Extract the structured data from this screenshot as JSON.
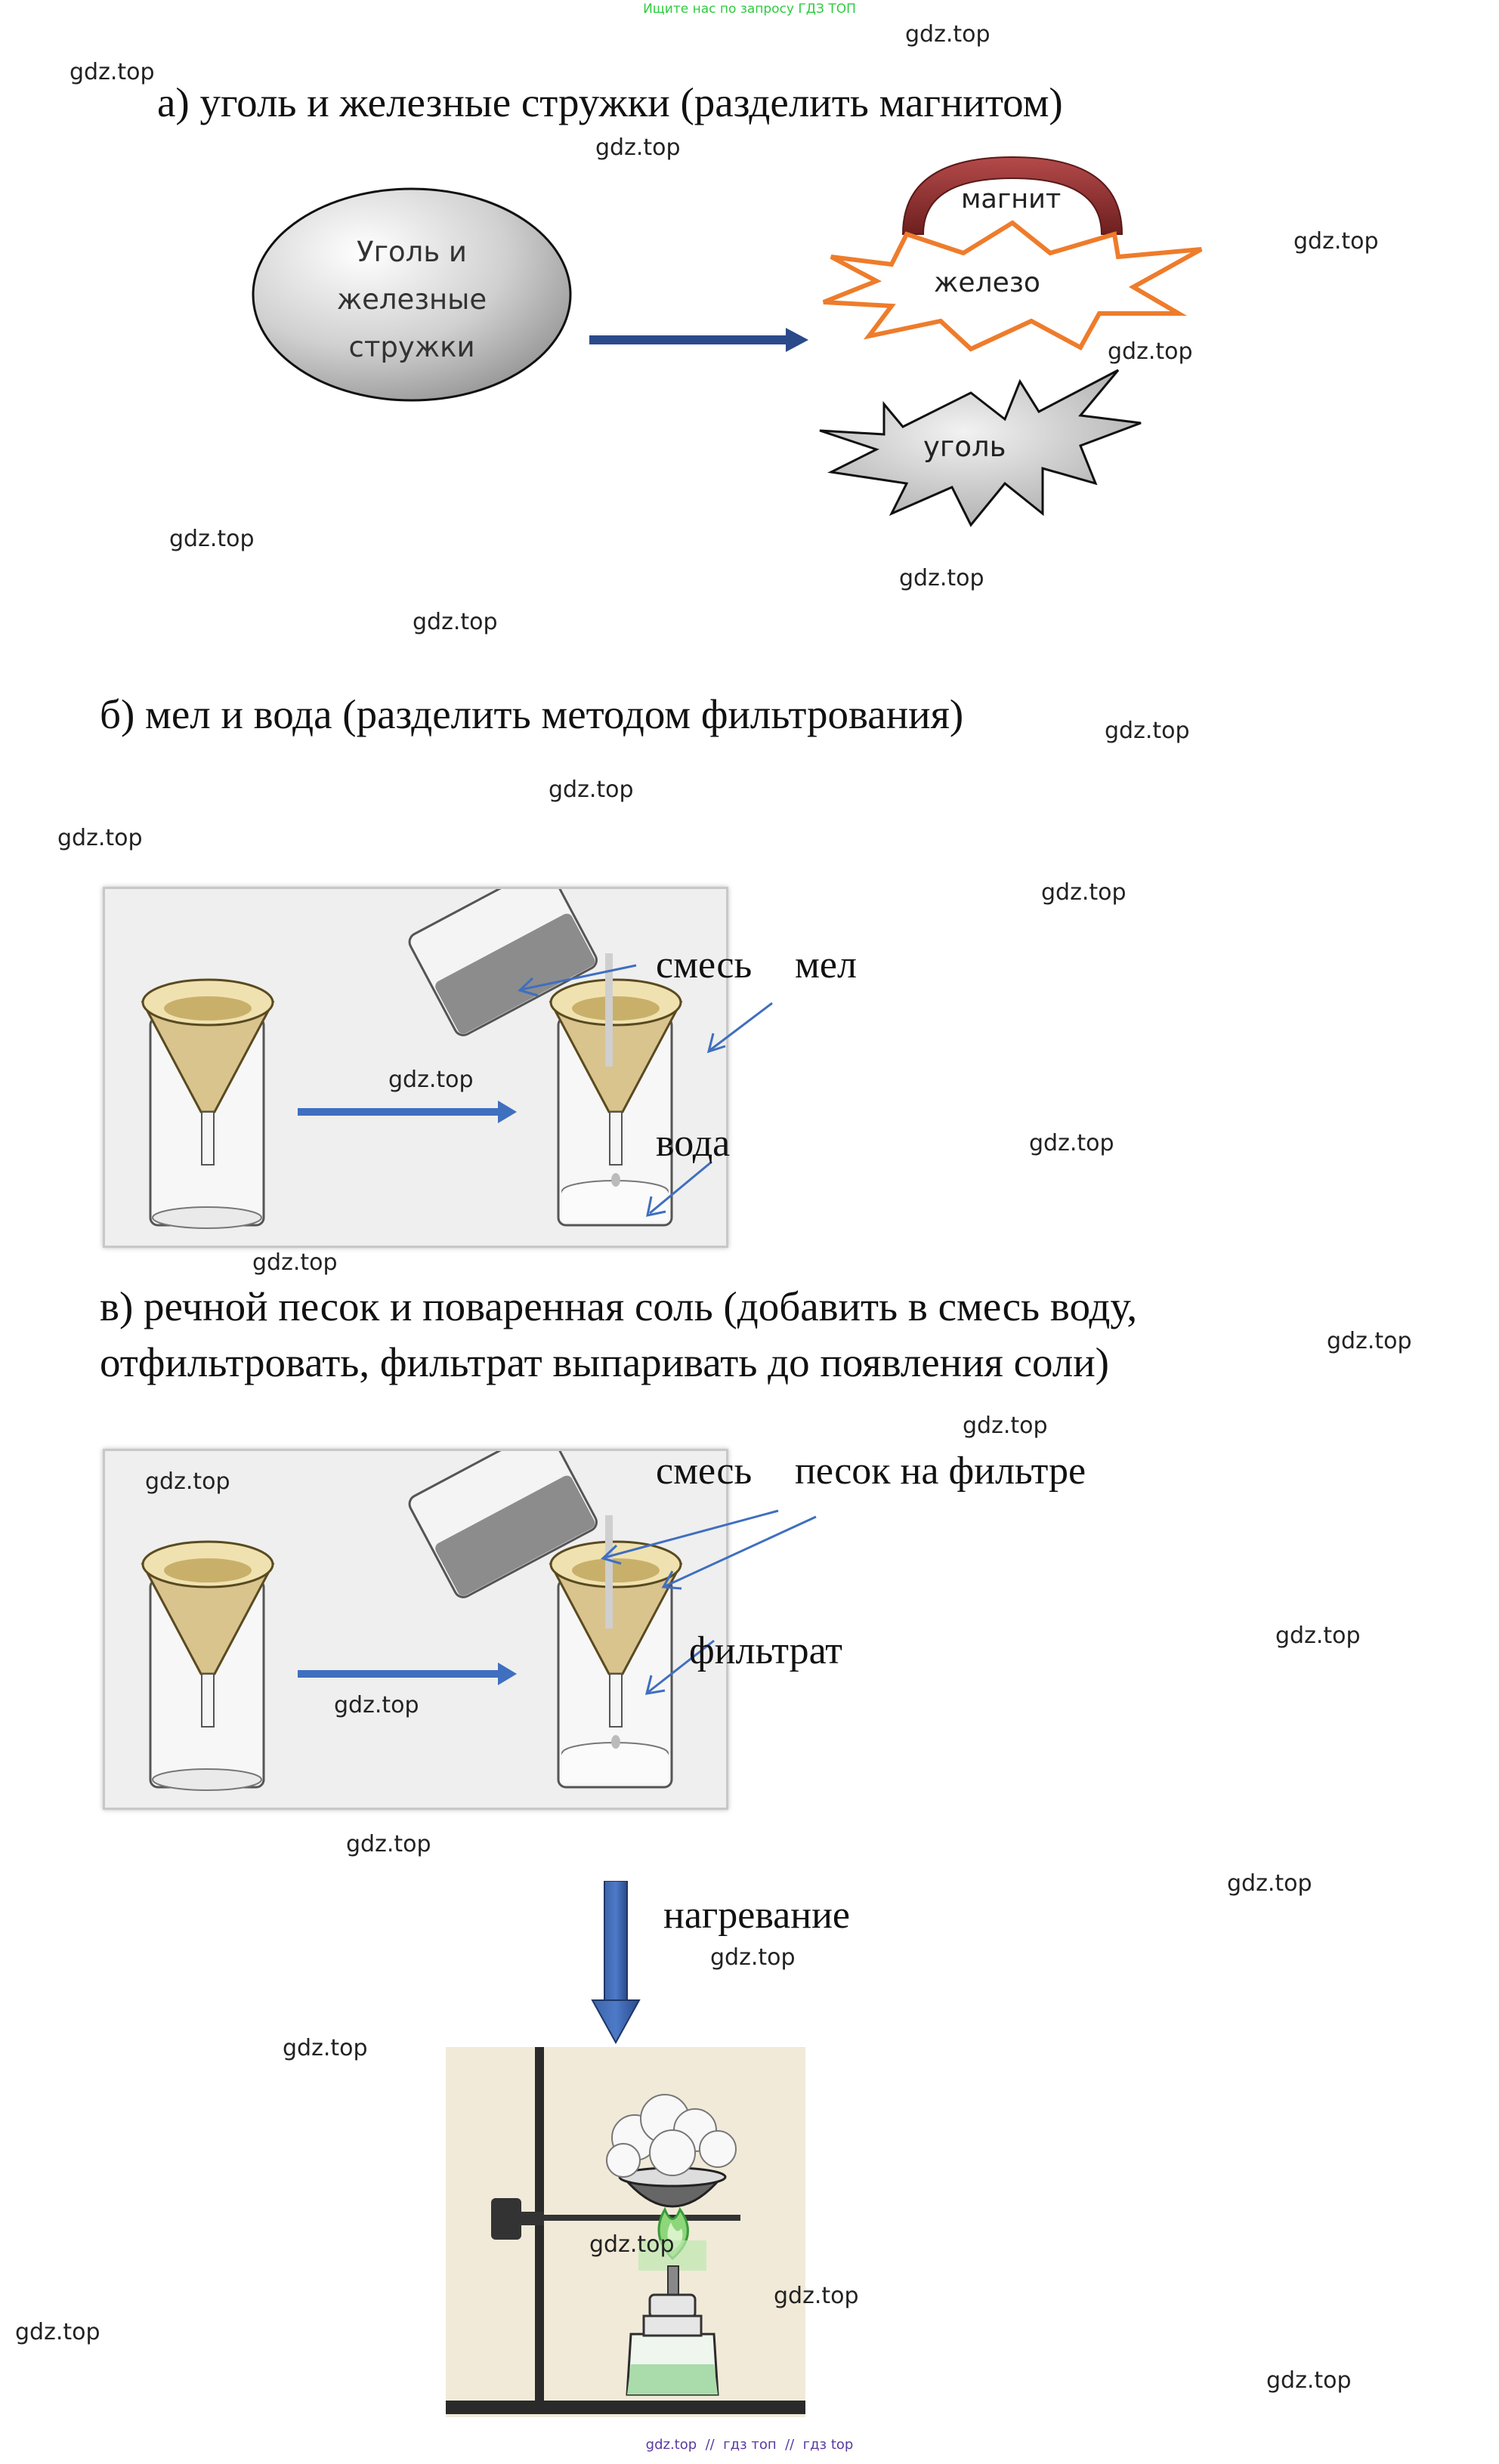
{
  "top_banner": "Ищите нас по запросу ГДЗ ТОП",
  "bottom_banner": "gdz.top  //  гдз топ  //  гдз top",
  "watermark": "gdz.top",
  "section_a": {
    "heading": "а) уголь и железные стружки (разделить магнитом)",
    "mixture_label_lines": [
      "Уголь и",
      "железные",
      "стружки"
    ],
    "magnet_label": "магнит",
    "iron_label": "железо",
    "coal_label": "уголь"
  },
  "section_b": {
    "heading": "б) мел и вода (разделить методом фильтрования)",
    "mix_label": "смесь",
    "chalk_label": "мел",
    "water_label": "вода"
  },
  "section_v": {
    "heading_line1": "в) речной песок и поваренная соль (добавить в смесь воду,",
    "heading_line2": "отфильтровать, фильтрат выпаривать до появления соли)",
    "mix_label": "смесь",
    "sand_label": "песок на фильтре",
    "filtrate_label": "фильтрат",
    "heating_label": "нагревание"
  },
  "colors": {
    "banner_green": "#2ecc40",
    "arrow_blue": "#3f6fbf",
    "dark_arrow": "#2b4a8a",
    "burst_orange": "#ee7c2b",
    "magnet_red": "#8b2a2a",
    "banner_purple": "#5a3aa0"
  }
}
